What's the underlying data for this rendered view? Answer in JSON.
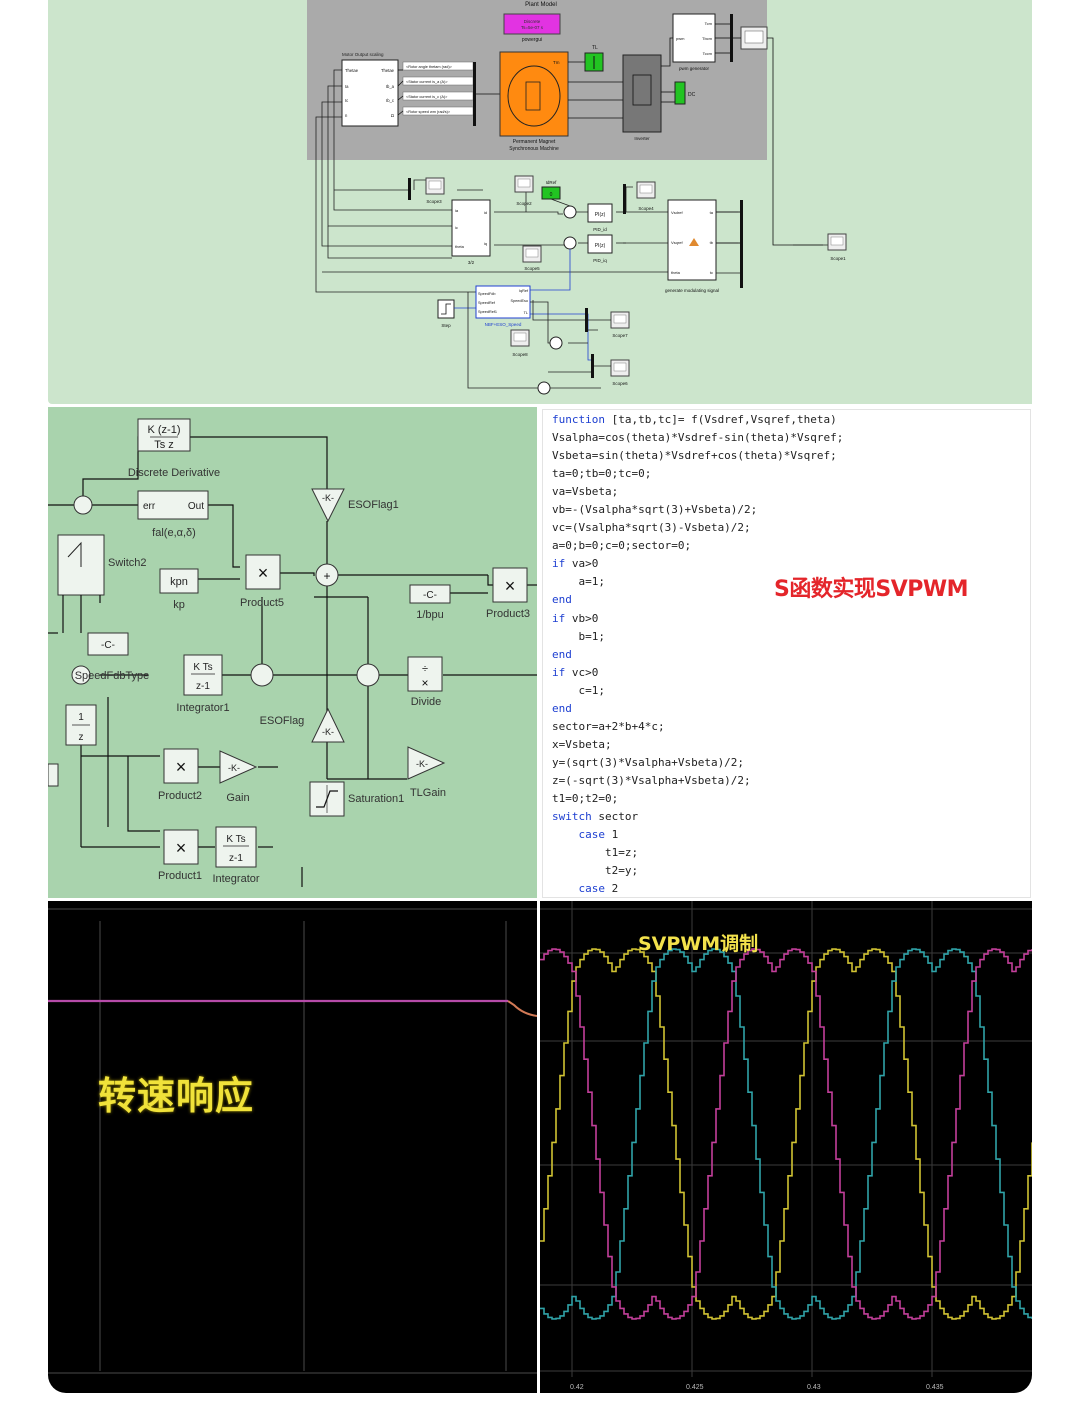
{
  "plant_model": {
    "title": "Plant Model",
    "powergui_label": "powergui",
    "powergui_block": "Discrete\nTs=5e-07 s",
    "motor_output_scaling": "Motor Output scaling",
    "scaling_in_ports": [
      "Thetae",
      "Ia",
      "Ic",
      "n"
    ],
    "scaling_out_ports": [
      "Thetae",
      "Ib_a",
      "Ib_c",
      "Ω"
    ],
    "signal_tags": [
      "<Rotor angle thetam (rad)>",
      "<Stator current is_a (A)>",
      "<Stator current is_c (A)>",
      "<Rotor speed wm (rad/s)>"
    ],
    "pmsm_label": "Permanent Magnet\nSynchronous Machine",
    "tm_port": "Tm",
    "tl_label": "TL",
    "inverter_label": "Inverter",
    "dc_label": "DC",
    "pwm_generator_label": "pwm generator",
    "pwm_ports": [
      "Tcm",
      "Tbcm",
      "Tccm"
    ],
    "pwm_input": "pwm",
    "scopes": [
      "Scope3",
      "Scope2",
      "Scope4",
      "Scope5",
      "Scope1",
      "Scope7",
      "Scope8",
      "Scope6"
    ],
    "transform_label": "3/2",
    "transform_in_ports": [
      "ia",
      "ic",
      "theta"
    ],
    "transform_out_ports": [
      "id",
      "iq"
    ],
    "idref_label": "IdRef",
    "idref_value": "0",
    "pid_iq": "PID_iq",
    "pid_id": "PID_id",
    "pid_block": "PI(z)",
    "gen_mod_label": "generate modulating signal",
    "gen_mod_in_ports": [
      "Vsdref",
      "Vsqref",
      "theta"
    ],
    "gen_mod_out_ports": [
      "ta",
      "tb",
      "tc"
    ],
    "eso_label": "NBF+ESO_Speed",
    "eso_in_ports": [
      "SpeedFdb",
      "SpeedRef",
      "SpeedRef1"
    ],
    "eso_out_ports": [
      "IqRef",
      "SpeedEso",
      "TL"
    ],
    "step_label": "Step"
  },
  "eso_model": {
    "discrete_derivative_label": "Discrete Derivative",
    "discrete_derivative_block": "K (z-1)\nTs z",
    "fal_block_in": "err",
    "fal_block_out": "Out",
    "fal_label": "fal(e,α,δ)",
    "esoflag1": "ESOFlag1",
    "esoflag": "ESOFlag",
    "switch_label": "Switch2",
    "kp_block": "kpn",
    "kp_label": "kp",
    "product5": "Product5",
    "product3": "Product3",
    "product2": "Product2",
    "product1": "Product1",
    "const_c": "-C-",
    "inv_bpu": "1/bpu",
    "speed_fdb_type": "SpeedFdbType",
    "integrator1": "Integrator1",
    "integrator": "Integrator",
    "integrator_block": "K Ts\nz-1",
    "divide": "Divide",
    "unit_delay": "1\nz",
    "gain_label": "Gain",
    "gain_block": "-K-",
    "saturation": "Saturation1",
    "tl_gain": "TLGain",
    "multiply_glyph": "×"
  },
  "code_editor": {
    "lines": [
      "function [ta,tb,tc]= f(Vsdref,Vsqref,theta)",
      "Vsalpha=cos(theta)*Vsdref-sin(theta)*Vsqref;",
      "Vsbeta=sin(theta)*Vsdref+cos(theta)*Vsqref;",
      "ta=0;tb=0;tc=0;",
      "va=Vsbeta;",
      "vb=-(Vsalpha*sqrt(3)+Vsbeta)/2;",
      "vc=(Vsalpha*sqrt(3)-Vsbeta)/2;",
      "a=0;b=0;c=0;sector=0;",
      "if va>0",
      "    a=1;",
      "end",
      "if vb>0",
      "    b=1;",
      "end",
      "if vc>0",
      "    c=1;",
      "end",
      "sector=a+2*b+4*c;",
      "x=Vsbeta;",
      "y=(sqrt(3)*Vsalpha+Vsbeta)/2;",
      "z=(-sqrt(3)*Vsalpha+Vsbeta)/2;",
      "t1=0;t2=0;",
      "switch sector",
      "    case 1",
      "        t1=z;",
      "        t2=y;",
      "    case 2"
    ],
    "annotation": "S函数实现SVPWM"
  },
  "speed_scope": {
    "caption": "转速响应"
  },
  "svpwm_scope": {
    "caption": "SVPWM调制",
    "x_ticks": [
      "0.42",
      "0.425",
      "0.43",
      "0.435"
    ],
    "colors": {
      "phase_a": "#d0c233",
      "phase_b": "#2fa3a8",
      "phase_c": "#c23f9a"
    }
  }
}
